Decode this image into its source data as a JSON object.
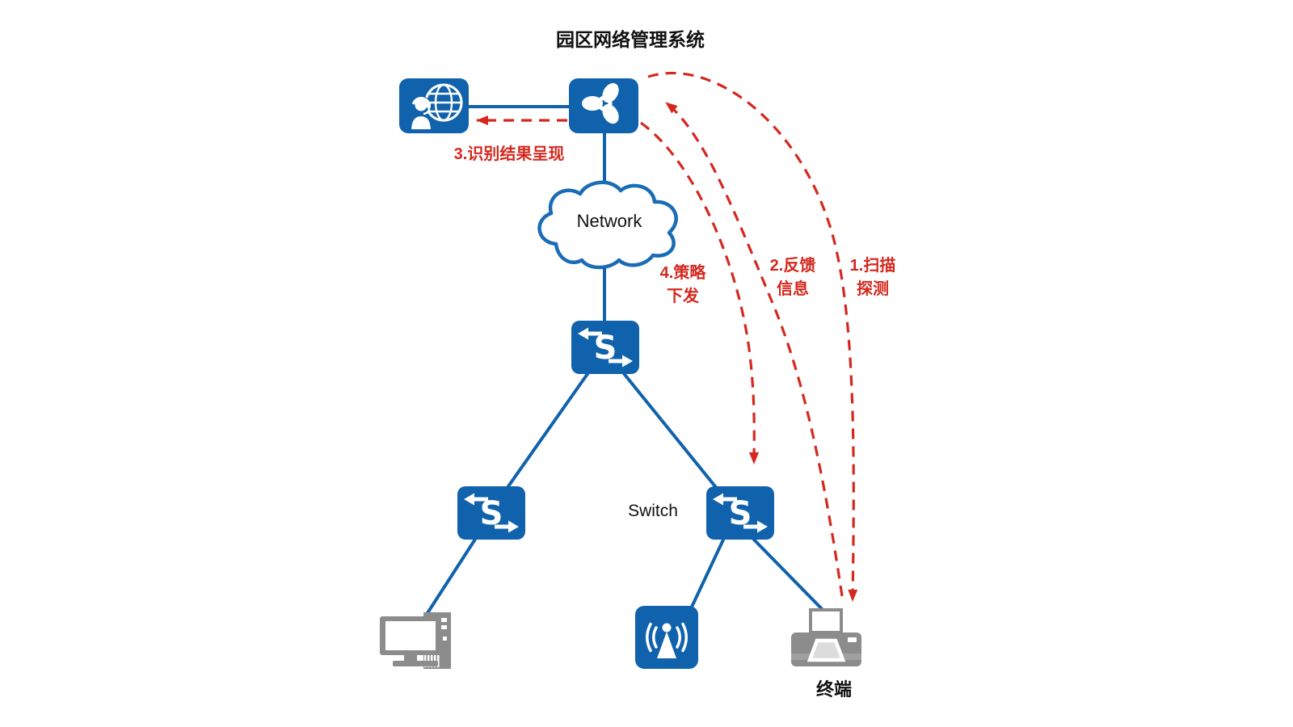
{
  "title": "园区网络管理系统",
  "labels": {
    "network": "Network",
    "switch": "Switch",
    "terminal": "终端"
  },
  "steps": {
    "step1": "1.扫描\n探测",
    "step2": "2.反馈\n信息",
    "step3": "3.识别结果呈现",
    "step4": "4.策略\n下发"
  },
  "icons": {
    "switch_letter": "S",
    "admin": "operator-globe-icon",
    "controller": "fan-controller-icon",
    "cloud": "network-cloud",
    "ap": "wireless-ap-icon",
    "pc": "desktop-pc-icon",
    "terminal": "printer-icon"
  },
  "colors": {
    "node_blue": "#1062ac",
    "arrow_red": "#d4281f",
    "device_gray": "#8c8c8c",
    "text_black": "#111111",
    "background": "#ffffff"
  }
}
